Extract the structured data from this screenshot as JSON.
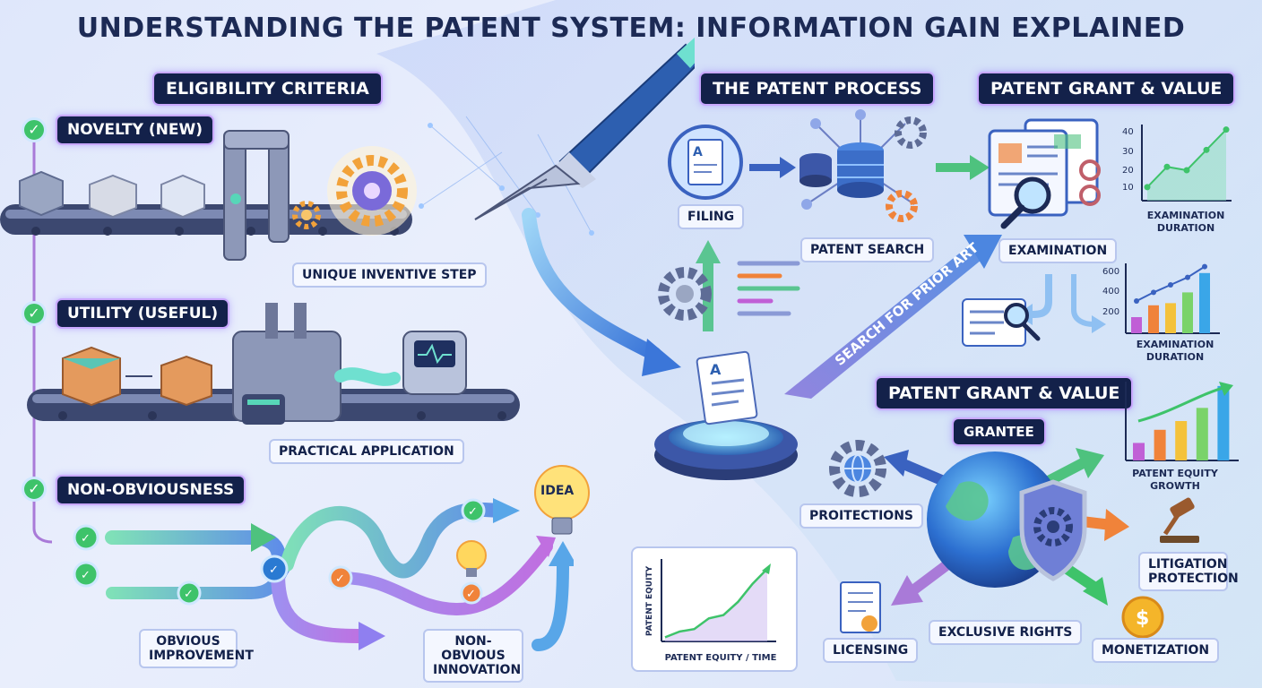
{
  "title": "UNDERSTANDING THE PATENT SYSTEM: INFORMATION GAIN EXPLAINED",
  "eligibility": {
    "heading": "ELIGIBILITY CRITERIA",
    "novelty": "NOVELTY (NEW)",
    "utility": "UTILITY (USEFUL)",
    "nonobvious": "NON-OBVIOUSNESS",
    "unique_step": "UNIQUE INVENTIVE STEP",
    "practical": "PRACTICAL APPLICATION",
    "obvious": "OBVIOUS IMPROVEMENT",
    "innovation": "NON-OBVIOUS INNOVATION",
    "idea": "IDEA"
  },
  "process": {
    "heading": "THE PATENT PROCESS",
    "filing": "FILING",
    "search": "PATENT SEARCH",
    "examination": "EXAMINATION",
    "prior_art": "SEARCH FOR PRIOR ART",
    "doc_letter": "A"
  },
  "grant_top": {
    "heading": "PATENT GRANT & VALUE"
  },
  "grant": {
    "heading": "PATENT GRANT & VALUE",
    "grantee": "GRANTEE",
    "protections": "PROITECTIONS",
    "licensing": "LICENSING",
    "exclusive": "EXCLUSIVE RIGHTS",
    "litigation": "LITIGATION PROTECTION",
    "monetization": "MONETIZATION"
  },
  "chart_data": [
    {
      "type": "area",
      "title": "EXAMINATION DURATION",
      "yticks": [
        "40",
        "30",
        "20",
        "10"
      ],
      "ylim": [
        0,
        45
      ],
      "x": [
        1,
        2,
        3,
        4,
        5
      ],
      "values": [
        8,
        20,
        18,
        30,
        42
      ]
    },
    {
      "type": "bar",
      "title": "EXAMINATION DURATION",
      "yticks": [
        "600",
        "400",
        "200"
      ],
      "ylim": [
        0,
        650
      ],
      "values": [
        150,
        260,
        280,
        380,
        560
      ],
      "line": [
        300,
        380,
        450,
        520,
        620
      ],
      "colors": [
        "#c05fd6",
        "#f0833a",
        "#f4c23b",
        "#7ad36a",
        "#3aa6e8"
      ]
    },
    {
      "type": "bar",
      "title": "PATENT EQUITY GROWTH",
      "values": [
        20,
        35,
        45,
        60,
        85
      ],
      "colors": [
        "#c05fd6",
        "#f0833a",
        "#f4c23b",
        "#7ad36a",
        "#3aa6e8"
      ]
    },
    {
      "type": "line",
      "xlabel": "PATENT EQUITY / TIME",
      "ylabel": "PATENT EQUITY",
      "values": [
        5,
        12,
        15,
        28,
        32,
        48,
        70,
        88
      ]
    }
  ]
}
